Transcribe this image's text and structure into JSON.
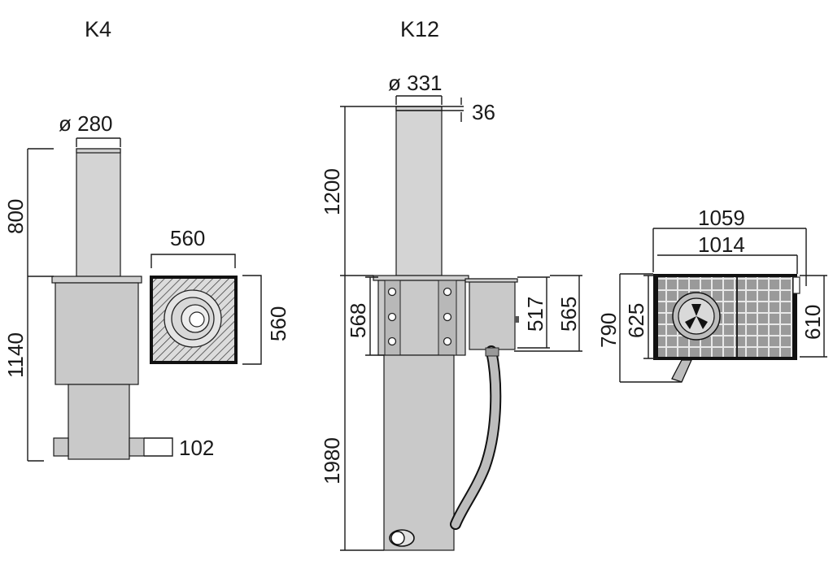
{
  "k4": {
    "title": "K4",
    "dim_diameter": "ø 280",
    "dim_height_upper": "800",
    "dim_height_lower": "1140",
    "dim_box_width": "560",
    "dim_box_height": "560",
    "dim_pipe": "102"
  },
  "k12": {
    "title": "K12",
    "dim_diameter": "ø 331",
    "dim_cap": "36",
    "dim_height_upper": "1200",
    "dim_height_box": "568",
    "dim_height_lower": "1980",
    "dim_box2_inner": "517",
    "dim_box2_outer": "565"
  },
  "plan": {
    "dim_outer_width": "1059",
    "dim_inner_width": "1014",
    "dim_outer_height": "790",
    "dim_inner_height": "625",
    "dim_side_height": "610"
  }
}
